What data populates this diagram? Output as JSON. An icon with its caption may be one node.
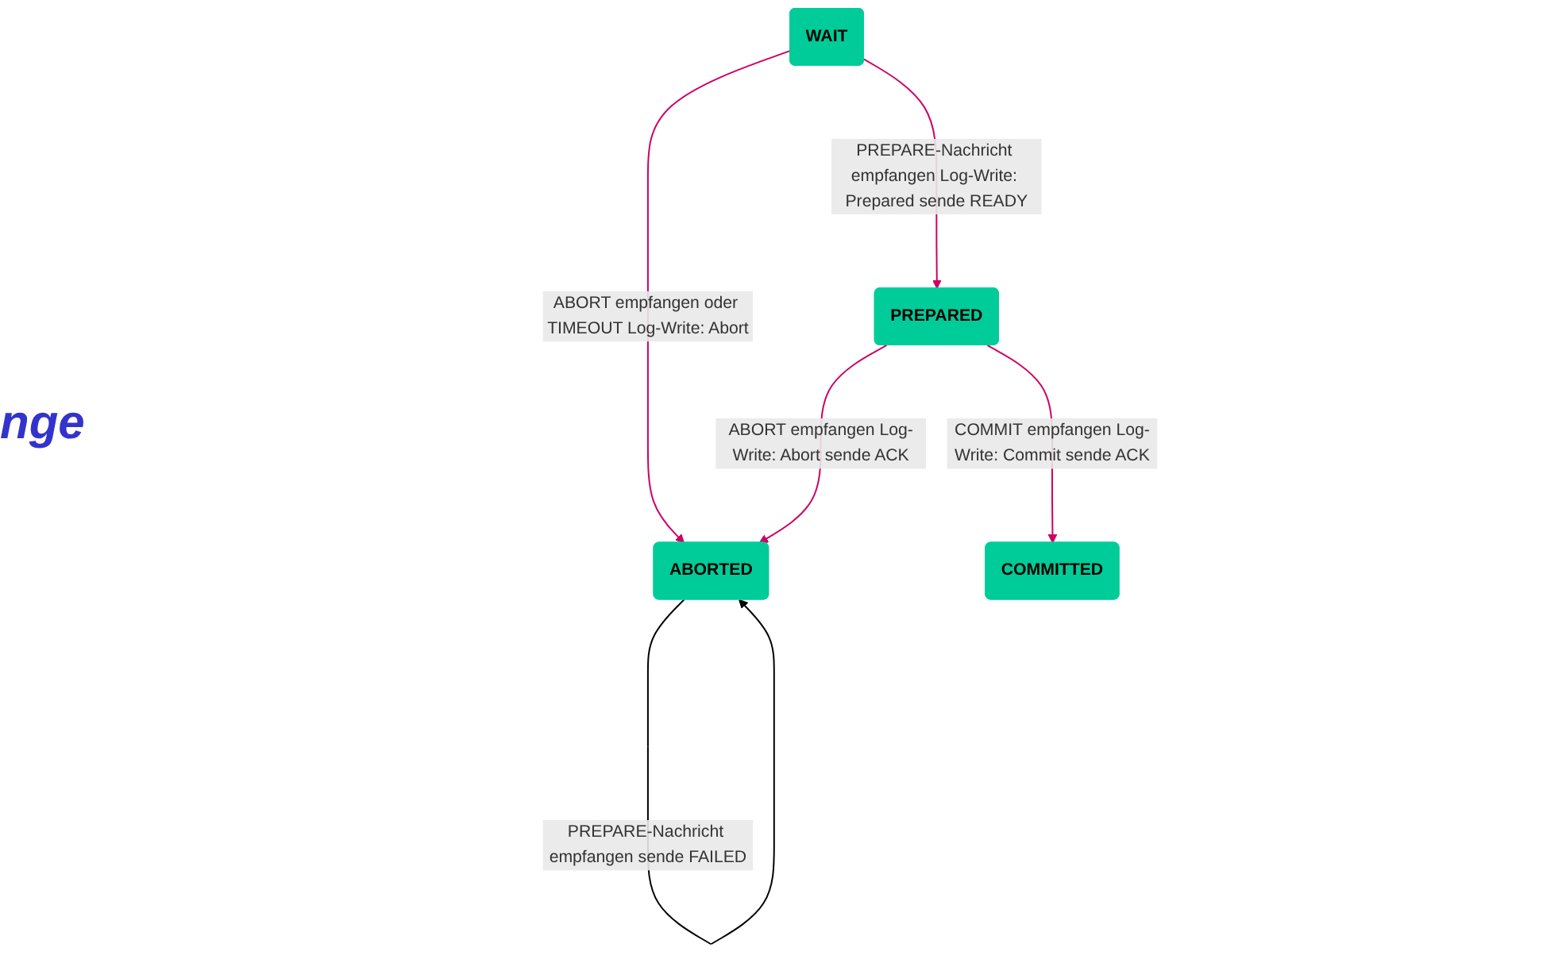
{
  "diagram": {
    "nodes": [
      {
        "text": [
          "WAIT"
        ]
      },
      {
        "text": [
          "PREPARED"
        ]
      },
      {
        "text": [
          "ABORTED"
        ]
      },
      {
        "text": [
          "COMMITTED"
        ]
      }
    ],
    "edges": [
      {
        "from": 0,
        "to": 1,
        "arrow": "to",
        "label": "PREPARE-Nachricht empfangen Log-Write: Prepared sende READY"
      },
      {
        "from": 0,
        "to": 2,
        "arrow": "to",
        "label": "ABORT empfangen oder TIMEOUT Log-Write: Abort"
      },
      {
        "from": 1,
        "to": 2,
        "arrow": "to",
        "label": "ABORT empfangen Log-Write: Abort sende ACK"
      },
      {
        "from": 1,
        "to": 3,
        "arrow": "to",
        "label": "COMMIT empfangen Log-Write: Commit sende ACK"
      },
      {
        "from": 2,
        "to": 2,
        "arrow": "to",
        "label": "PREPARE-Nachricht empfangen sende FAILED",
        "color": "#000000"
      }
    ],
    "labels": [
      "nge"
    ]
  }
}
